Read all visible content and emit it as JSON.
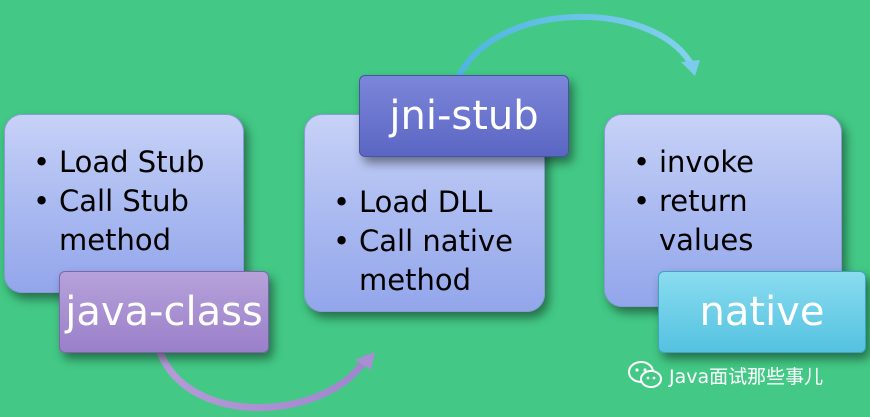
{
  "boxes": [
    {
      "items": [
        "Load Stub",
        "Call Stub method"
      ],
      "label": "java-class"
    },
    {
      "items": [
        "Load DLL",
        "Call native method"
      ],
      "label": "jni-stub"
    },
    {
      "items": [
        "invoke",
        "return values"
      ],
      "label": "native"
    }
  ],
  "watermark": {
    "text": "Java面试那些事儿",
    "icon": "wechat-icon"
  },
  "colors": {
    "background": "#43c985",
    "box_fill": "#a8b8f0",
    "label_java_class": "#9a7fca",
    "label_jni_stub": "#5b66c4",
    "label_native": "#54c2e0",
    "arrow_bottom": "#a98dd0",
    "arrow_top": "#6fc0e8"
  }
}
